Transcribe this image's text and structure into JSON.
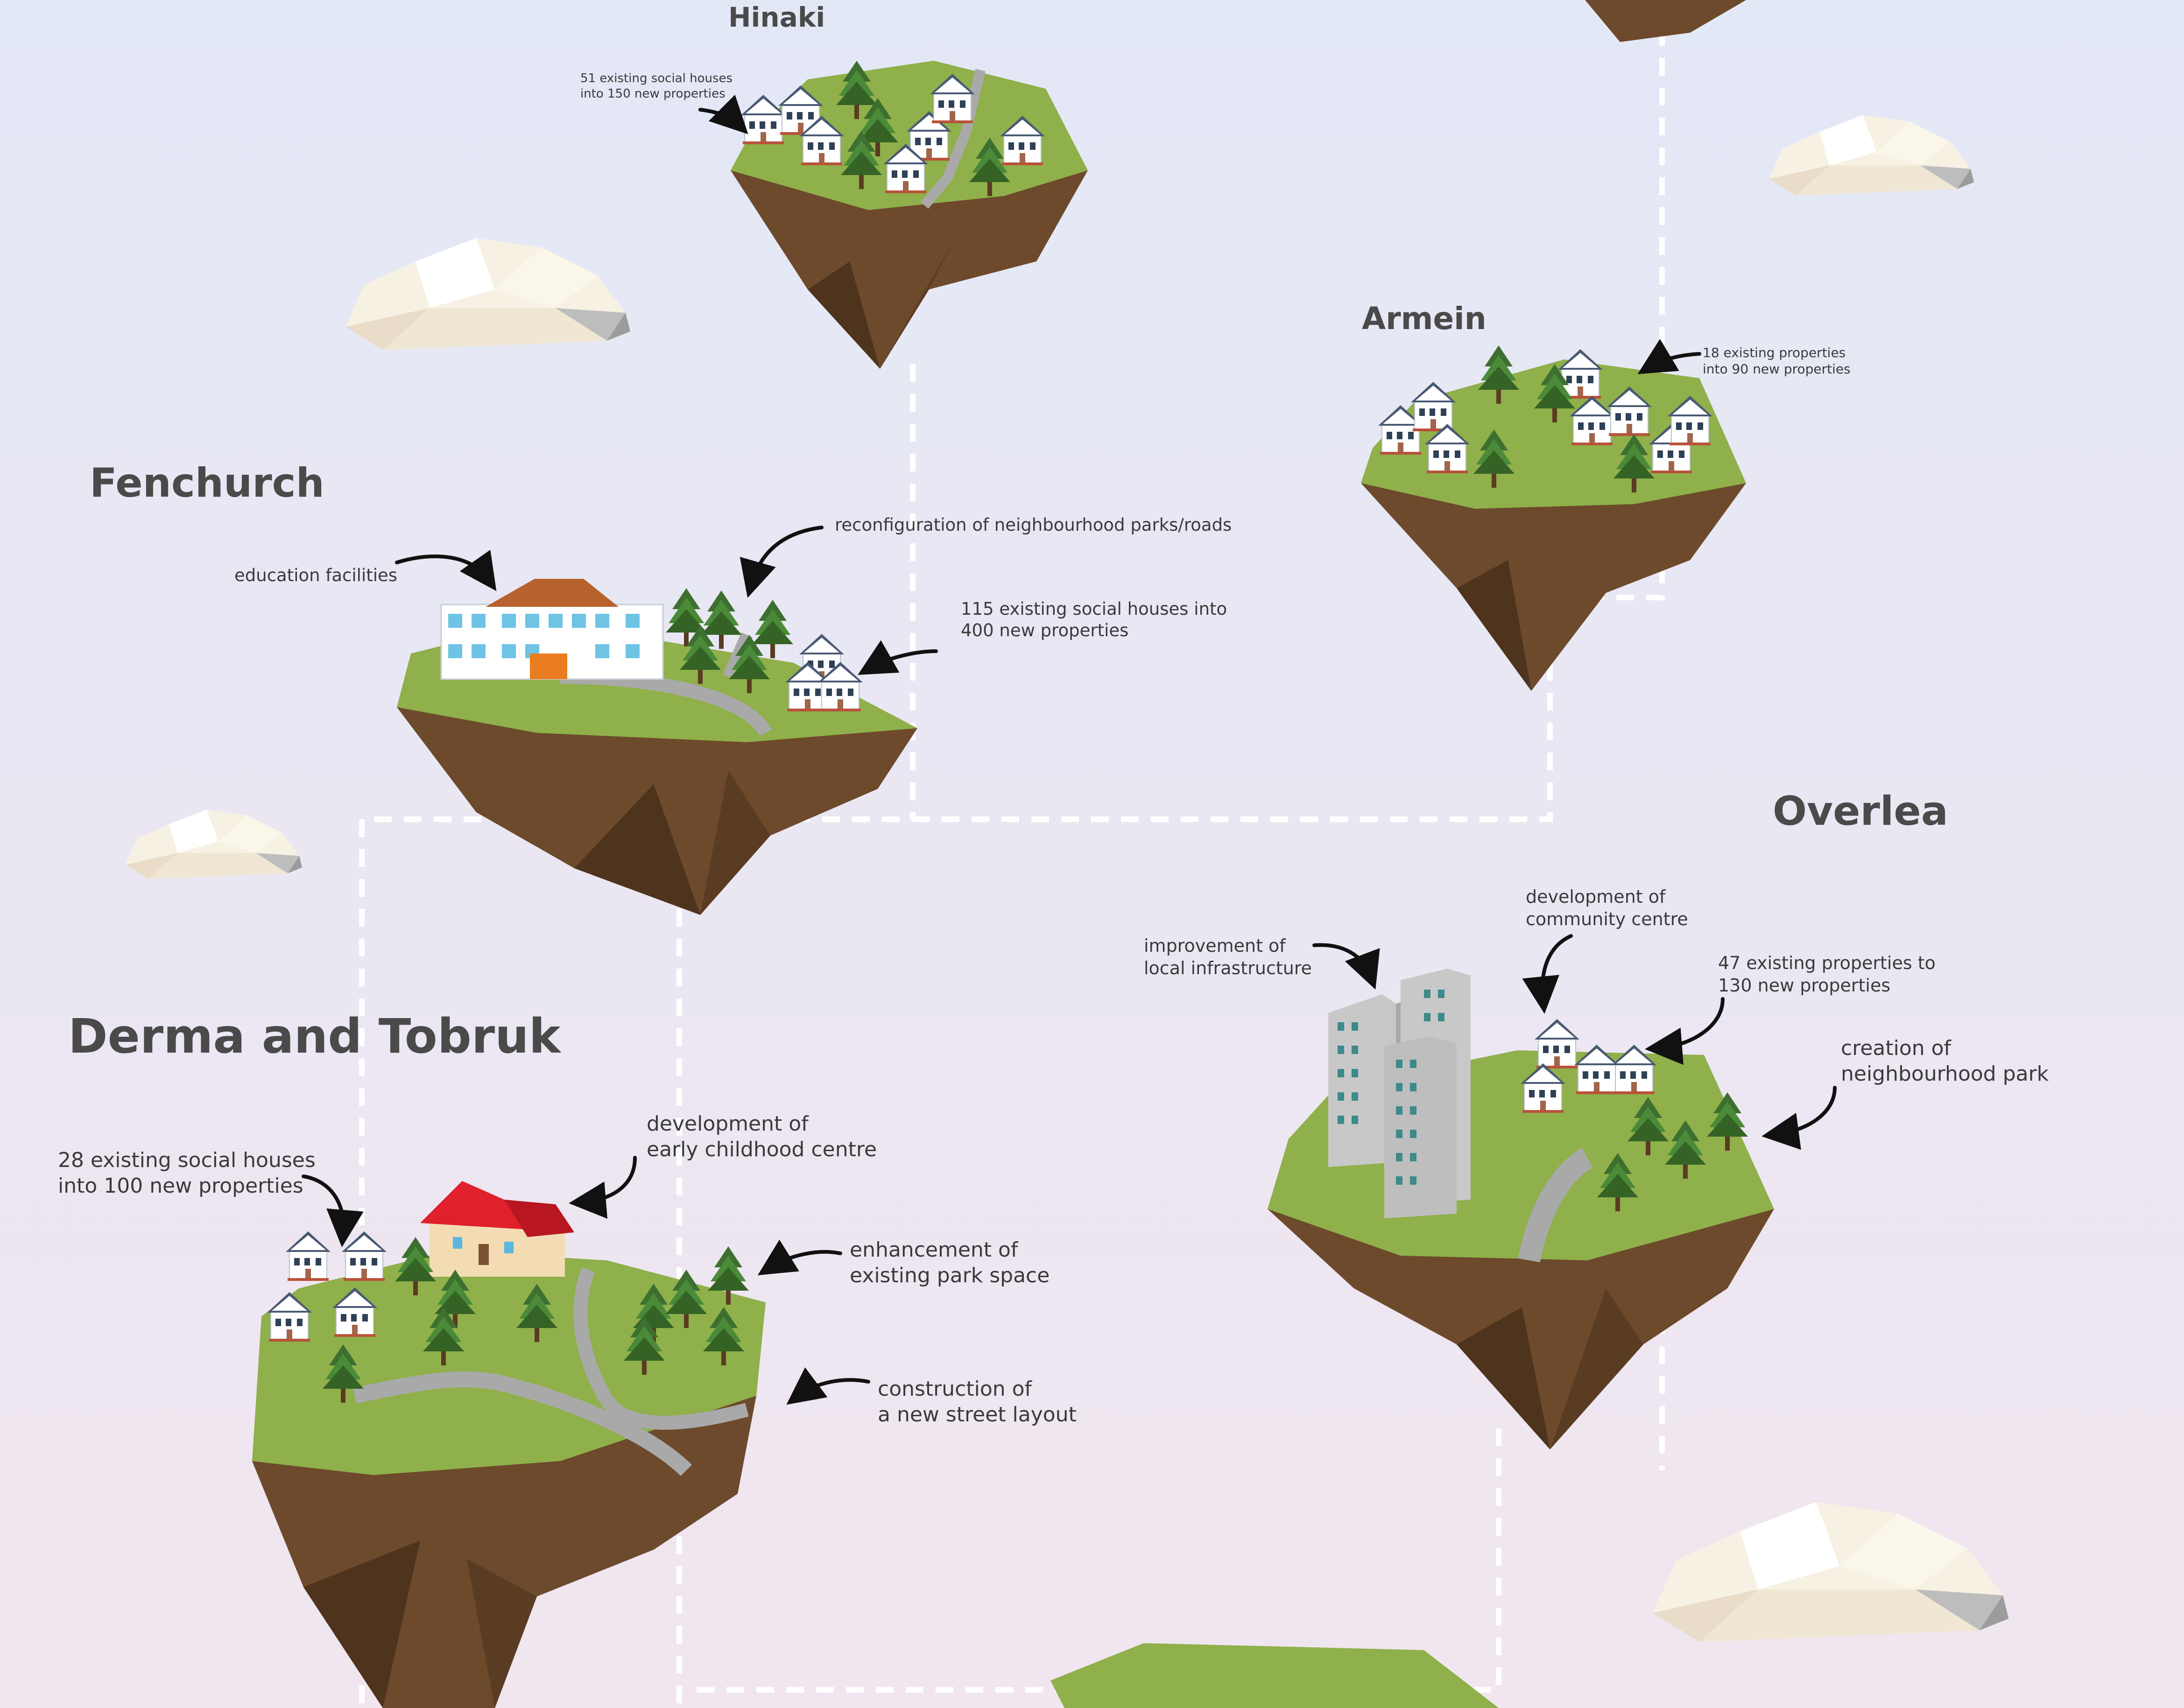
{
  "colors": {
    "background_top": "#e3e8f6",
    "background_bottom": "#f1e6ef",
    "grass": "#8fb04a",
    "soil": "#6d4a2c",
    "road": "#a9a9a9",
    "house_wall": "#ffffff",
    "house_roof": "#4a5a73",
    "tree": "#3d7030",
    "cloud": "#f6efe2",
    "connector": "#ffffff",
    "title_text": "#4a4a4a"
  },
  "islands": [
    {
      "id": "hinaki",
      "title": "Hinaki",
      "notes": [
        {
          "lines": [
            "51 existing social houses",
            "into 150 new properties"
          ]
        }
      ]
    },
    {
      "id": "armein",
      "title": "Armein",
      "notes": [
        {
          "lines": [
            "18 existing properties",
            "into 90 new properties"
          ]
        }
      ]
    },
    {
      "id": "fenchurch",
      "title": "Fenchurch",
      "notes": [
        {
          "lines": [
            "education facilities"
          ]
        },
        {
          "lines": [
            "reconfiguration of neighbourhood parks/roads"
          ]
        },
        {
          "lines": [
            "115 existing social houses into",
            "400 new properties"
          ]
        }
      ]
    },
    {
      "id": "overlea",
      "title": "Overlea",
      "notes": [
        {
          "lines": [
            "improvement of",
            "local infrastructure"
          ]
        },
        {
          "lines": [
            "development of",
            "community centre"
          ]
        },
        {
          "lines": [
            "47 existing properties to",
            "130 new properties"
          ]
        },
        {
          "lines": [
            "creation of",
            "neighbourhood park"
          ]
        }
      ]
    },
    {
      "id": "derma_tobruk",
      "title": "Derma and Tobruk",
      "notes": [
        {
          "lines": [
            "28 existing social houses",
            "into 100 new properties"
          ]
        },
        {
          "lines": [
            "development of",
            "early childhood centre"
          ]
        },
        {
          "lines": [
            "enhancement of",
            "existing park space"
          ]
        },
        {
          "lines": [
            "construction of",
            "a new street layout"
          ]
        }
      ]
    }
  ]
}
